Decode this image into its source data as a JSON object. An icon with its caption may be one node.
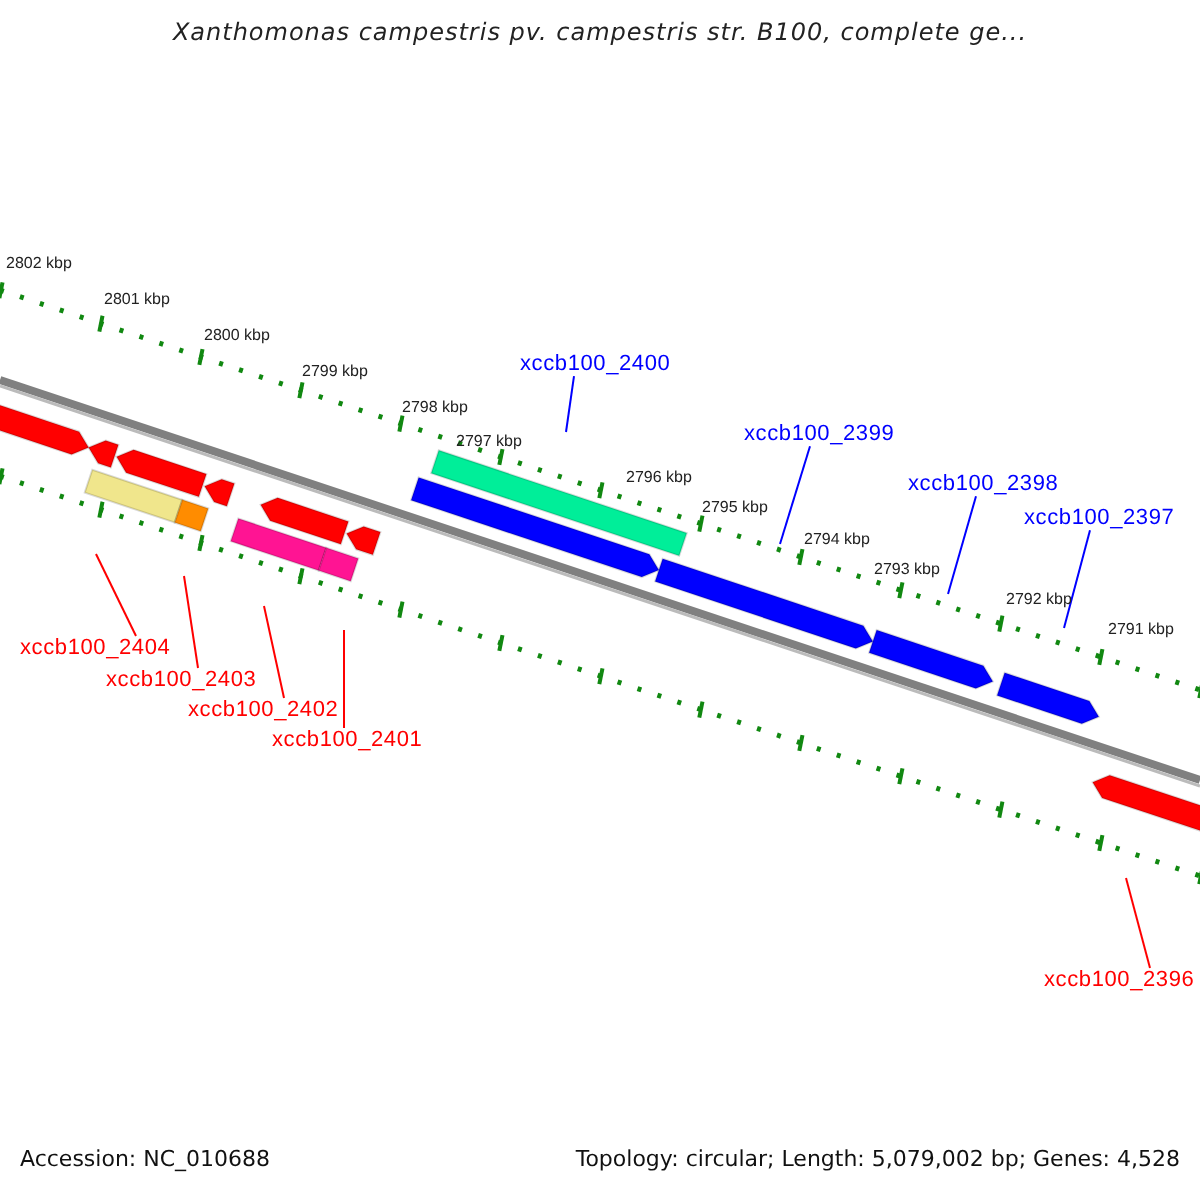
{
  "diagram": {
    "title": "Xanthomonas campestris pv. campestris str. B100, complete ge...",
    "nodes": [
      {
        "text": [
          "xccb100_2400"
        ]
      },
      {
        "text": [
          "xccb100_2399"
        ]
      },
      {
        "text": [
          "xccb100_2398"
        ]
      },
      {
        "text": [
          "xccb100_2397"
        ]
      },
      {
        "text": [
          "xccb100_2404"
        ]
      },
      {
        "text": [
          "xccb100_2403"
        ]
      },
      {
        "text": [
          "xccb100_2402"
        ]
      },
      {
        "text": [
          "xccb100_2401"
        ]
      },
      {
        "text": [
          "xccb100_2396"
        ]
      }
    ],
    "edges": [
      {
        "from": 0,
        "to": null,
        "arrow": "none",
        "color": "#0000ff"
      },
      {
        "from": 1,
        "to": null,
        "arrow": "none",
        "color": "#0000ff"
      },
      {
        "from": 2,
        "to": null,
        "arrow": "none",
        "color": "#0000ff"
      },
      {
        "from": 3,
        "to": null,
        "arrow": "none",
        "color": "#0000ff"
      },
      {
        "from": 4,
        "to": null,
        "arrow": "none"
      },
      {
        "from": 5,
        "to": null,
        "arrow": "none"
      },
      {
        "from": 6,
        "to": null,
        "arrow": "none"
      },
      {
        "from": 7,
        "to": null,
        "arrow": "none"
      },
      {
        "from": 8,
        "to": null,
        "arrow": "none"
      }
    ],
    "labels": [
      "2802 kbp",
      "2801 kbp",
      "2800 kbp",
      "2799 kbp",
      "2798 kbp",
      "2797 kbp",
      "2796 kbp",
      "2795 kbp",
      "2794 kbp",
      "2793 kbp",
      "2792 kbp",
      "2791 kbp",
      "Accession: NC_010688",
      "Topology: circular; Length: 5,079,002 bp; Genes: 4,528"
    ]
  }
}
